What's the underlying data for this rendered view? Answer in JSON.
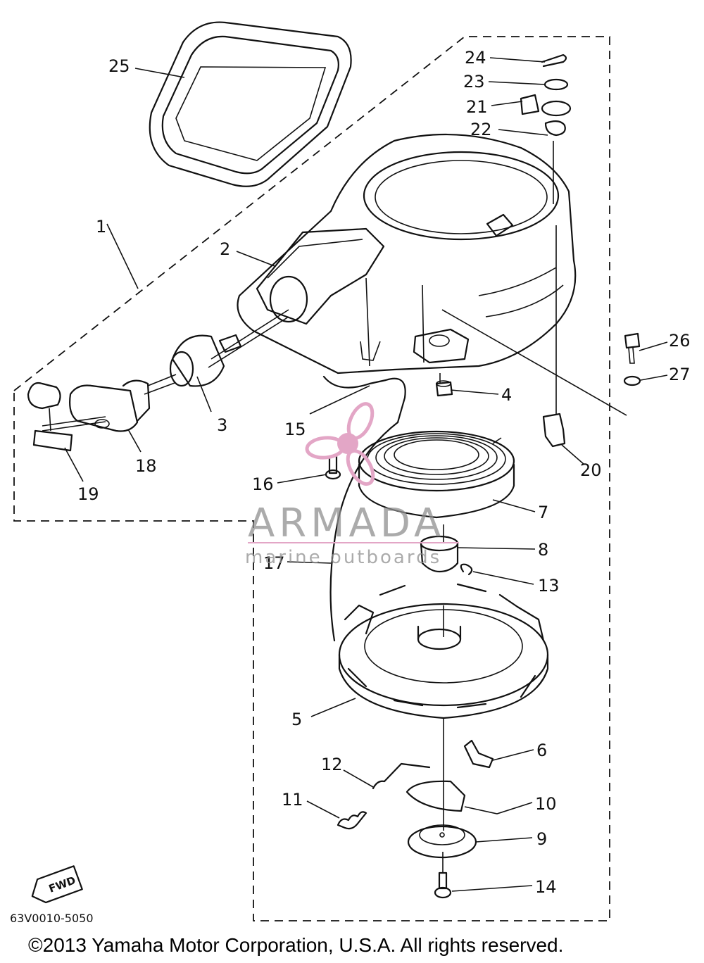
{
  "diagram": {
    "callouts": [
      "1",
      "2",
      "3",
      "4",
      "5",
      "6",
      "7",
      "8",
      "9",
      "10",
      "11",
      "12",
      "13",
      "14",
      "15",
      "16",
      "17",
      "18",
      "19",
      "20",
      "21",
      "22",
      "23",
      "24",
      "25",
      "26",
      "27"
    ],
    "drawing_code": "63V0010-5050",
    "fwd_label": "FWD",
    "copyright": "©2013 Yamaha Motor Corporation, U.S.A. All rights reserved.",
    "watermark": {
      "brand": "ARMADA",
      "tagline": "marine outboards",
      "color": "#e3a6c6"
    }
  }
}
